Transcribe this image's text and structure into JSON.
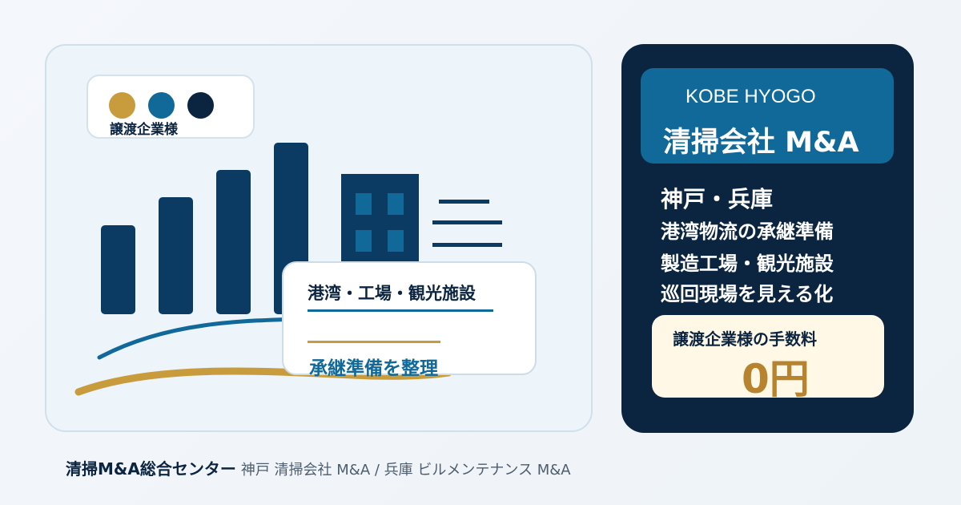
{
  "colors": {
    "gold": "#c89b3c",
    "blue": "#116999",
    "navy": "#0b2440",
    "light_bg": "#edf4fa",
    "fee_bg": "#fff8e7",
    "fee_text": "#b7832e"
  },
  "legend": {
    "dots": [
      "gold",
      "blue",
      "navy"
    ],
    "label": "譲渡企業様"
  },
  "illustration": {
    "icons": [
      "bar-chart-icon",
      "building-icon",
      "text-lines-icon",
      "wave-lines-icon"
    ],
    "info_card": {
      "title": "港湾・工場・観光施設",
      "subtitle": "承継準備を整理"
    }
  },
  "panel": {
    "eyebrow": "KOBE HYOGO",
    "title": "清掃会社 M&A",
    "features": [
      "神戸・兵庫",
      "港湾物流の承継準備",
      "製造工場・観光施設",
      "巡回現場を見える化"
    ],
    "fee_label": "譲渡企業様の手数料",
    "fee_value": "0円"
  },
  "footer": {
    "brand": "清掃M&A総合センター",
    "tagline": "神戸 清掃会社 M&A / 兵庫 ビルメンテナンス M&A"
  }
}
